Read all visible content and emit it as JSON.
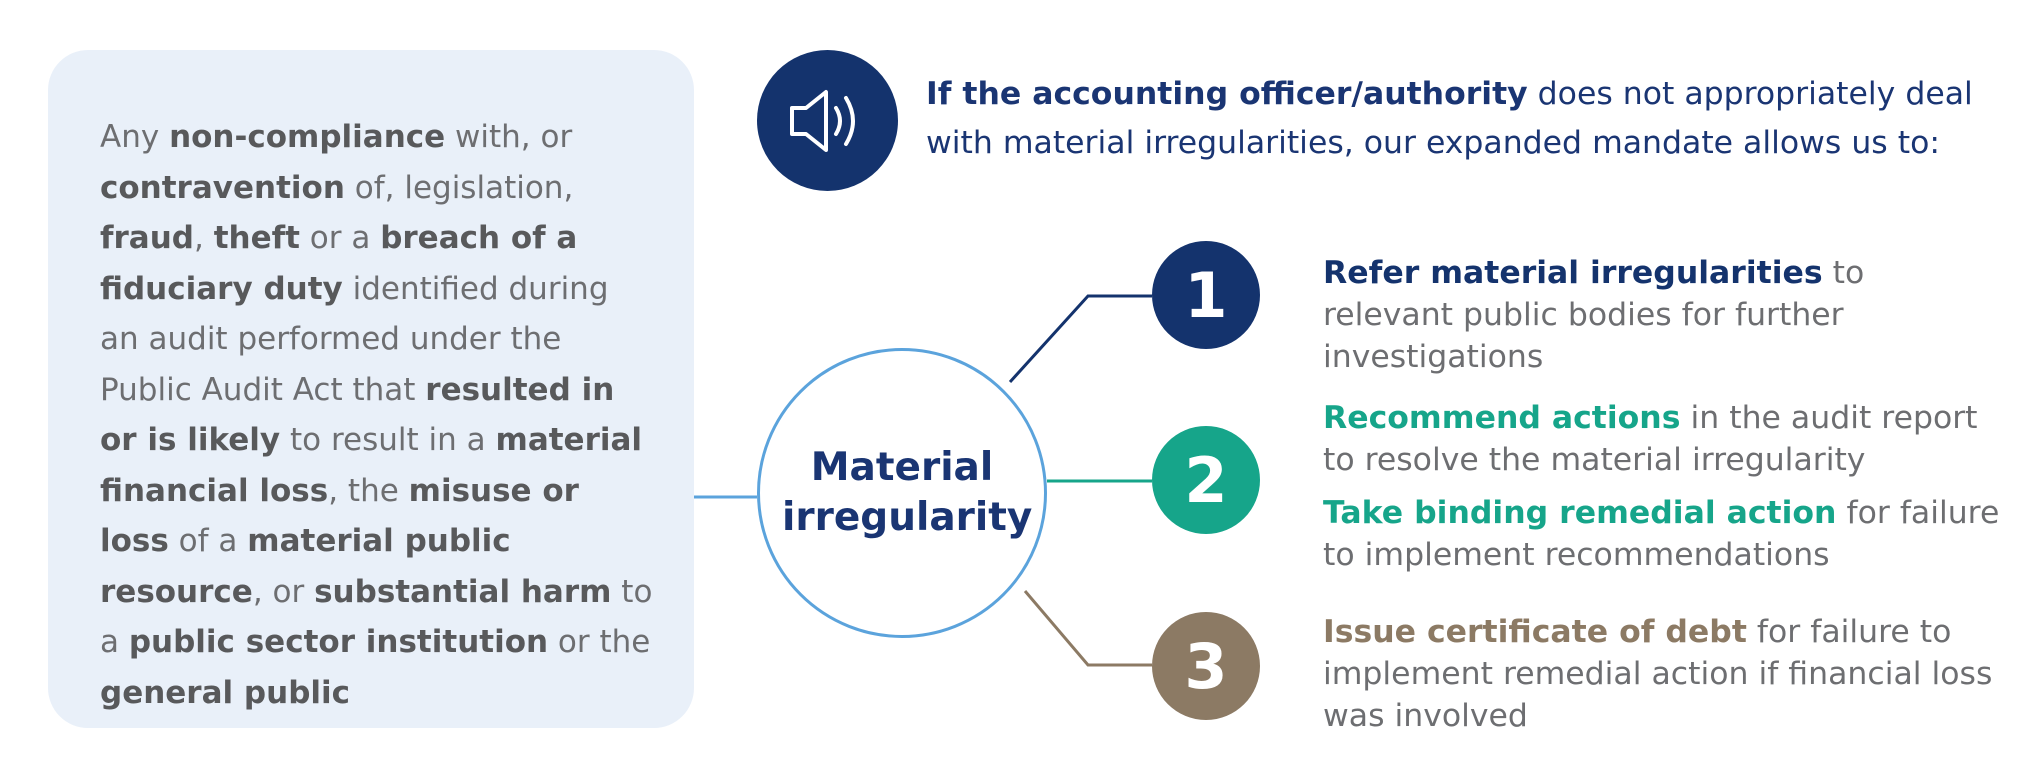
{
  "definition": {
    "segments": [
      {
        "text": "Any ",
        "bold": false
      },
      {
        "text": "non-compliance",
        "bold": true
      },
      {
        "text": " with, or ",
        "bold": false
      },
      {
        "text": "contravention",
        "bold": true
      },
      {
        "text": " of, legislation, ",
        "bold": false
      },
      {
        "text": "fraud",
        "bold": true
      },
      {
        "text": ", ",
        "bold": false
      },
      {
        "text": "theft",
        "bold": true
      },
      {
        "text": " or a ",
        "bold": false
      },
      {
        "text": "breach of a fiduciary duty",
        "bold": true
      },
      {
        "text": " identified during an audit performed under the Public Audit Act that ",
        "bold": false
      },
      {
        "text": "resulted in or is likely",
        "bold": true
      },
      {
        "text": " to result in a ",
        "bold": false
      },
      {
        "text": "material financial loss",
        "bold": true
      },
      {
        "text": ", the ",
        "bold": false
      },
      {
        "text": "misuse or loss",
        "bold": true
      },
      {
        "text": " of a ",
        "bold": false
      },
      {
        "text": "material public resource",
        "bold": true
      },
      {
        "text": ", or ",
        "bold": false
      },
      {
        "text": "substantial harm",
        "bold": true
      },
      {
        "text": " to a ",
        "bold": false
      },
      {
        "text": "public sector institution",
        "bold": true
      },
      {
        "text": " or the ",
        "bold": false
      },
      {
        "text": "general public",
        "bold": true
      }
    ]
  },
  "center": {
    "label": "Material irregularity"
  },
  "mandate": {
    "icon": "speaker-icon",
    "lead": "If the accounting officer/authority",
    "rest": " does not appropriately deal with material irregularities, our expanded mandate allows us to:"
  },
  "steps": [
    {
      "number": "1",
      "color": "#14336d"
    },
    {
      "number": "2",
      "color": "#16a58a"
    },
    {
      "number": "3",
      "color": "#8c7a64"
    }
  ],
  "actions": [
    {
      "key": "Refer material irregularities",
      "rest": " to relevant public bodies for further investigations"
    },
    {
      "key": "Recommend actions",
      "rest": " in the audit report to resolve the material irregularity"
    },
    {
      "key": "Take binding remedial action",
      "rest": " for failure to implement recommendations"
    },
    {
      "key": "Issue certificate of debt",
      "rest": " for failure to implement remedial action if financial loss was involved"
    }
  ],
  "colors": {
    "navy": "#14336d",
    "teal": "#16a58a",
    "taupe": "#8c7a64",
    "circle_outline": "#5ba3dc",
    "card_background": "#e9f0f9",
    "body_text": "#6d6e71"
  }
}
